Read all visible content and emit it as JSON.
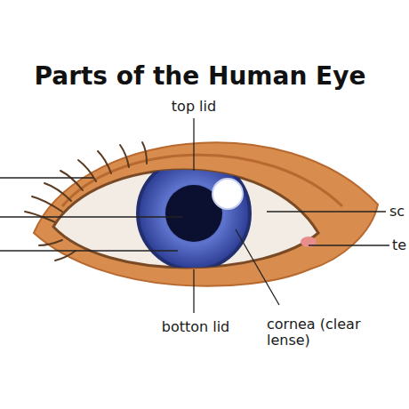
{
  "diagram": {
    "title": "Parts of the Human Eye",
    "labels": [
      "top lid",
      "sc",
      "te",
      "botton lid",
      "cornea (clear lense)"
    ]
  }
}
